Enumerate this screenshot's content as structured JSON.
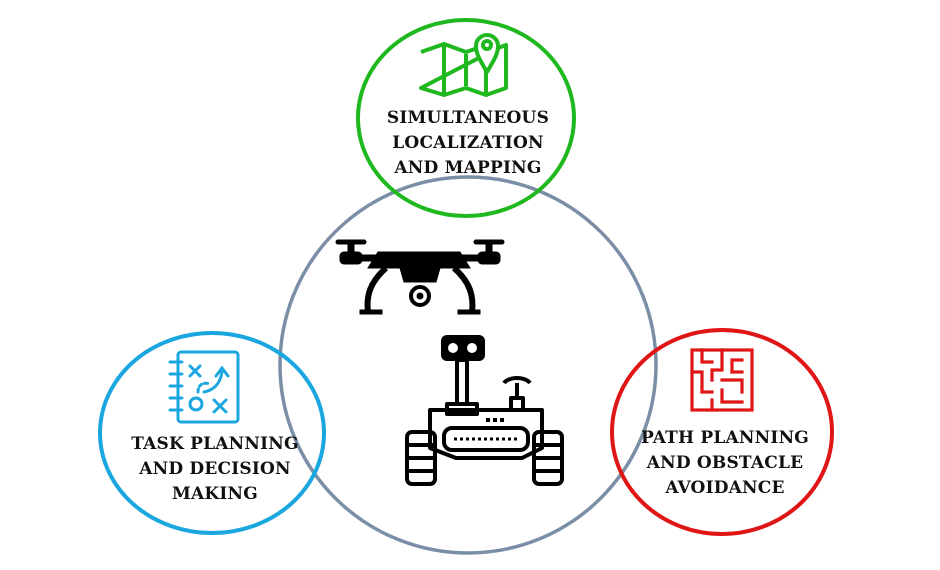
{
  "diagram": {
    "nodes": {
      "slam": {
        "lines": [
          "SIMULTANEOUS",
          "LOCALIZATION",
          "AND MAPPING"
        ],
        "color": "#1fb81f",
        "icon": "map-pin-icon"
      },
      "task": {
        "lines": [
          "TASK PLANNING",
          "AND DECISION",
          "MAKING"
        ],
        "color": "#1aa7e0",
        "icon": "strategy-board-icon"
      },
      "path": {
        "lines": [
          "PATH PLANNING",
          "AND OBSTACLE",
          "AVOIDANCE"
        ],
        "color": "#e01616",
        "icon": "maze-icon"
      },
      "center": {
        "color": "#7a8ea6",
        "icons": [
          "drone-icon",
          "rover-robot-icon"
        ]
      }
    }
  }
}
